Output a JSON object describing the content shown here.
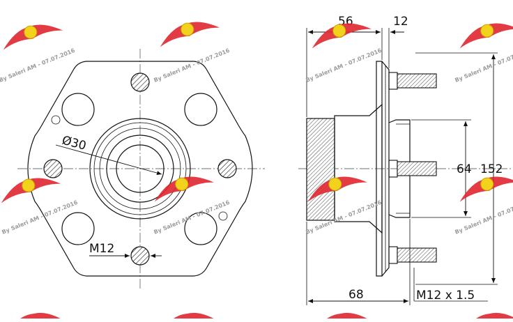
{
  "front_view": {
    "bore_label": "Ø30",
    "stud_label": "M12"
  },
  "side_view": {
    "dim_width": "56",
    "dim_flange": "12",
    "dim_overall": "68",
    "dim_pilot": "64",
    "dim_flange_diameter": "152",
    "thread_label": "M12 x 1.5"
  },
  "watermark": {
    "text": "By Saleri AM - 07.07.2016",
    "logo_color": "#e0262f",
    "badge_color": "#f2d21b"
  }
}
